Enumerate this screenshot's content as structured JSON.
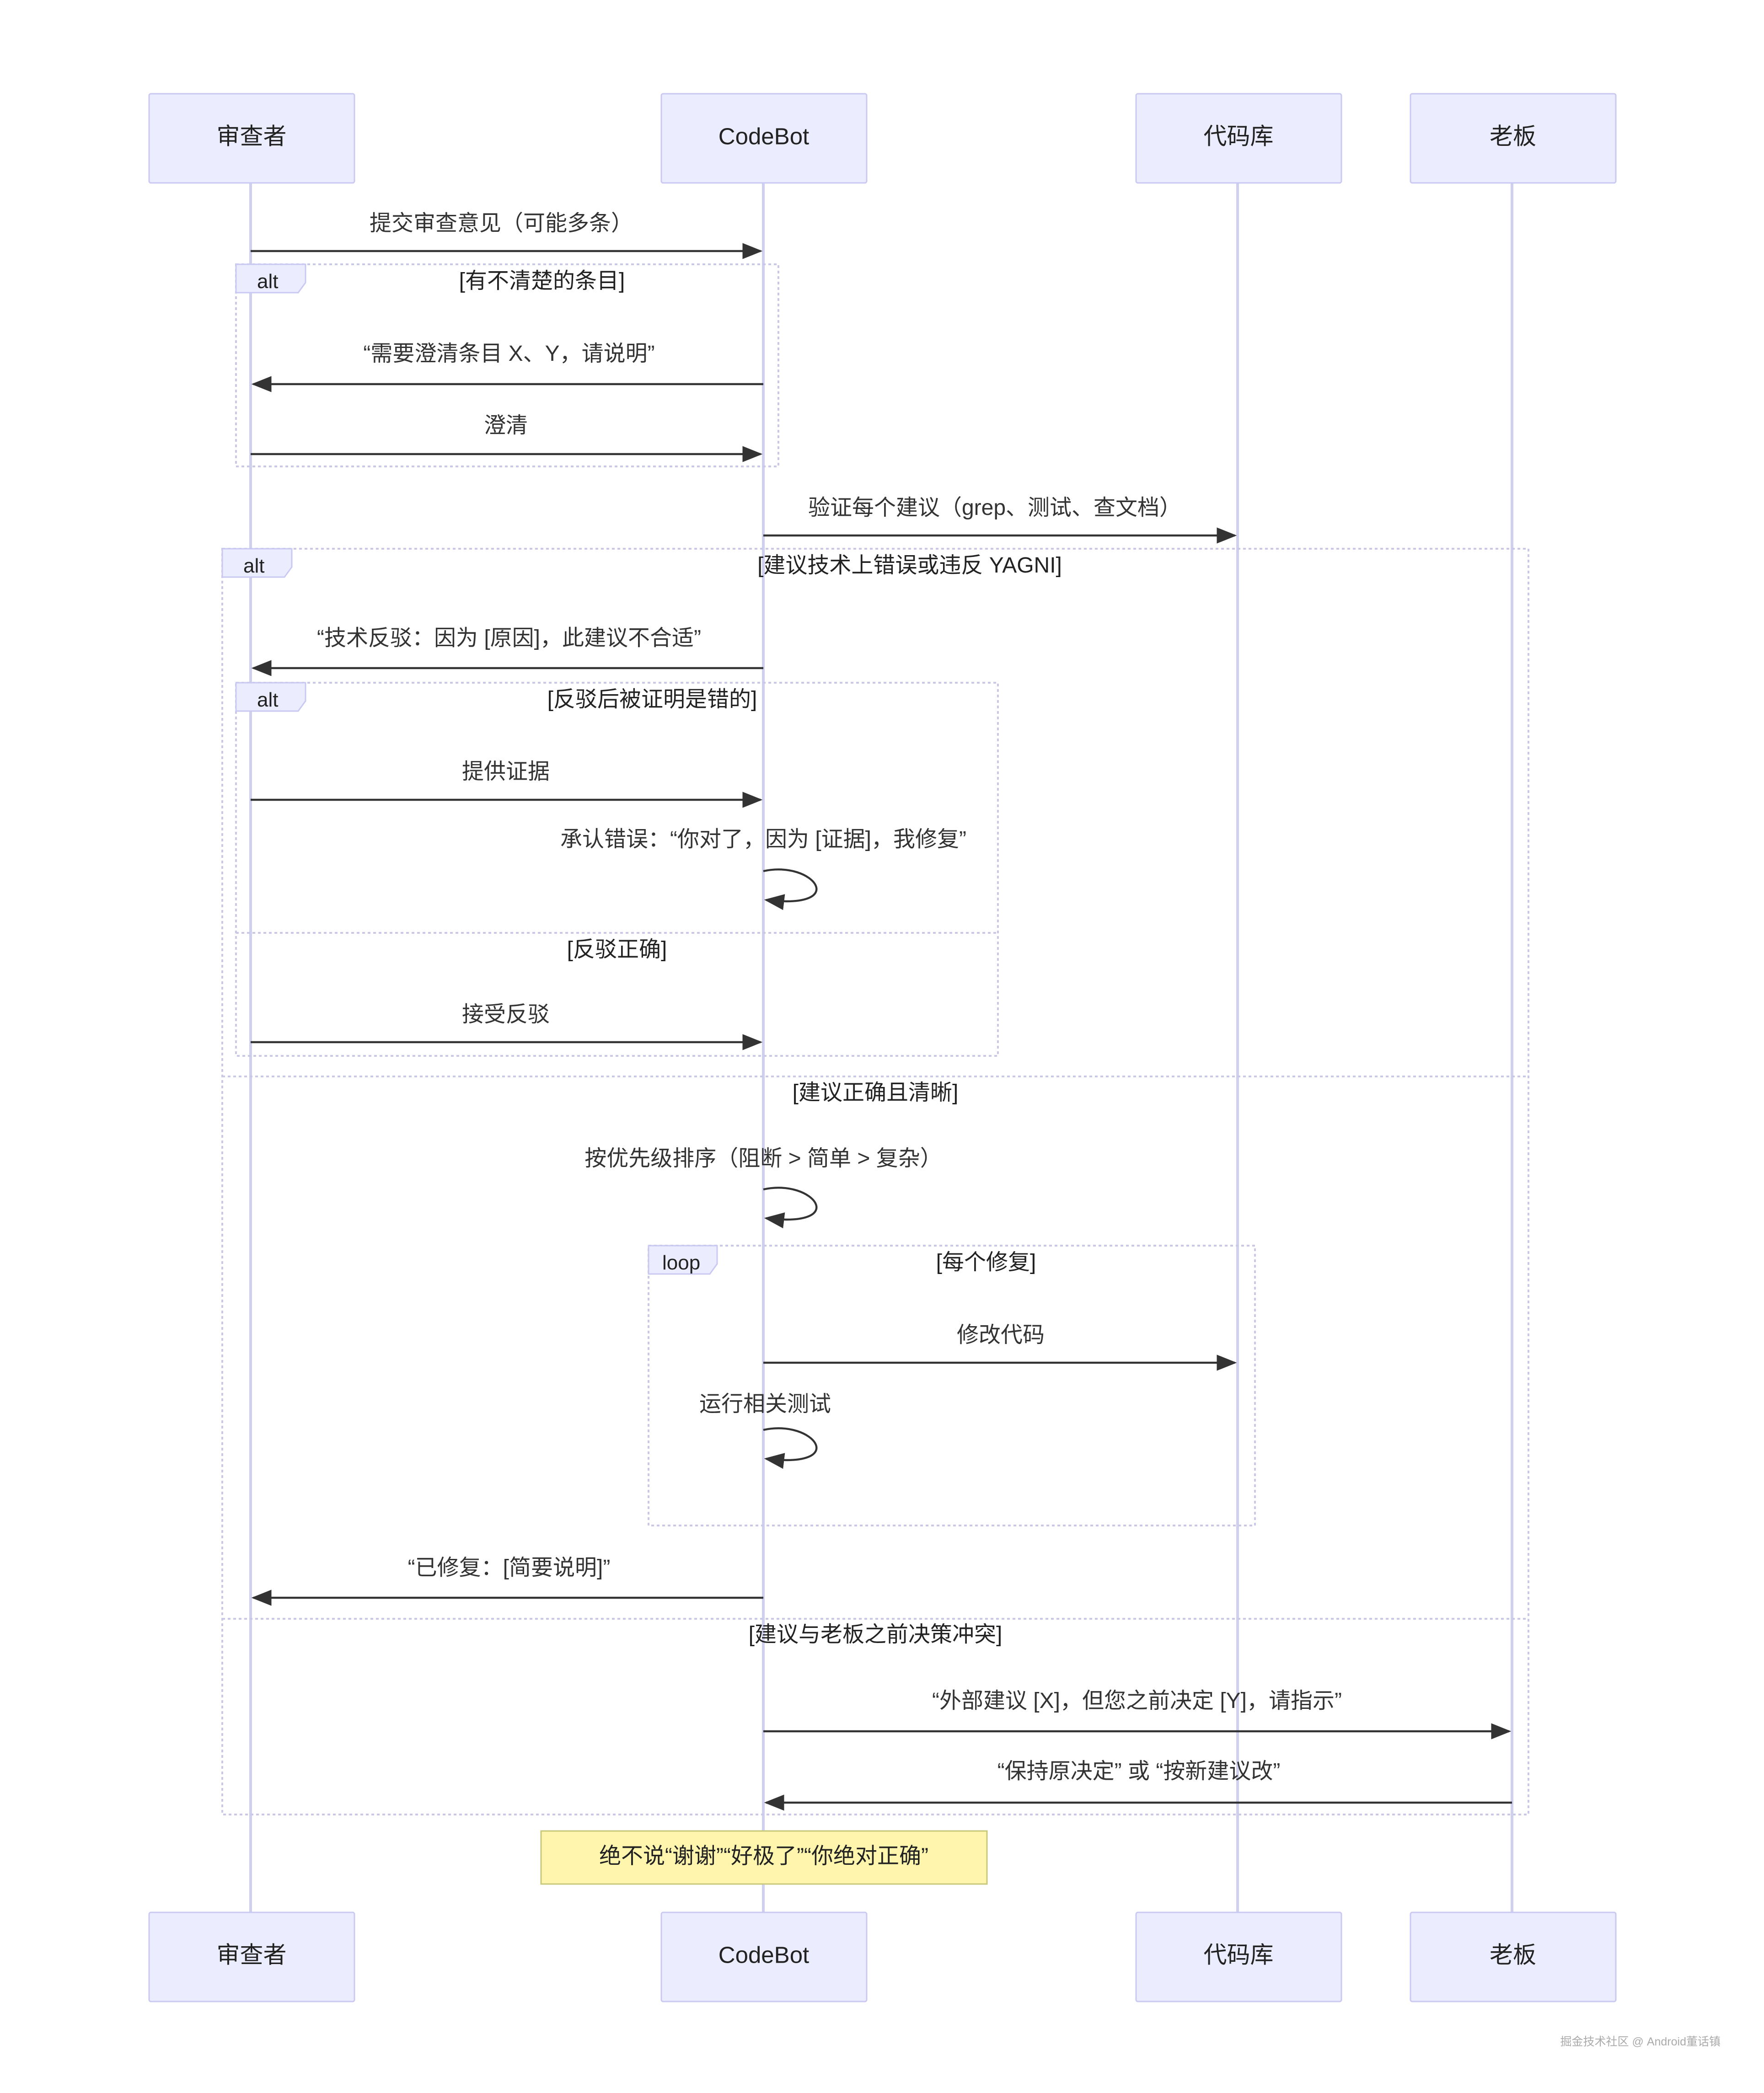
{
  "participants": [
    {
      "id": "reviewer",
      "label": "审查者"
    },
    {
      "id": "codebot",
      "label": "CodeBot"
    },
    {
      "id": "repo",
      "label": "代码库"
    },
    {
      "id": "boss",
      "label": "老板"
    }
  ],
  "messages": [
    {
      "id": "m1",
      "from": "reviewer",
      "to": "codebot",
      "text": "提交审查意见（可能多条）"
    },
    {
      "id": "m2",
      "from": "codebot",
      "to": "reviewer",
      "text": "“需要澄清条目 X、Y，请说明”"
    },
    {
      "id": "m3",
      "from": "reviewer",
      "to": "codebot",
      "text": "澄清"
    },
    {
      "id": "m4",
      "from": "codebot",
      "to": "repo",
      "text": "验证每个建议（grep、测试、查文档）"
    },
    {
      "id": "m5",
      "from": "codebot",
      "to": "reviewer",
      "text": "“技术反驳：因为 [原因]，此建议不合适”"
    },
    {
      "id": "m6",
      "from": "reviewer",
      "to": "codebot",
      "text": "提供证据"
    },
    {
      "id": "m7",
      "from": "codebot",
      "to": "codebot",
      "text": "承认错误：“你对了，因为 [证据]，我修复”"
    },
    {
      "id": "m8",
      "from": "reviewer",
      "to": "codebot",
      "text": "接受反驳"
    },
    {
      "id": "m9",
      "from": "codebot",
      "to": "codebot",
      "text": "按优先级排序（阻断 > 简单 > 复杂）"
    },
    {
      "id": "m10",
      "from": "codebot",
      "to": "repo",
      "text": "修改代码"
    },
    {
      "id": "m11",
      "from": "codebot",
      "to": "codebot",
      "text": "运行相关测试"
    },
    {
      "id": "m12",
      "from": "codebot",
      "to": "reviewer",
      "text": "“已修复：[简要说明]”"
    },
    {
      "id": "m13",
      "from": "codebot",
      "to": "boss",
      "text": "“外部建议 [X]，但您之前决定 [Y]，请指示”"
    },
    {
      "id": "m14",
      "from": "boss",
      "to": "codebot",
      "text": "“保持原决定” 或 “按新建议改”"
    }
  ],
  "frames": [
    {
      "id": "f1",
      "type": "alt",
      "sections": [
        "[有不清楚的条目]"
      ]
    },
    {
      "id": "f2",
      "type": "alt",
      "sections": [
        "[建议技术上错误或违反 YAGNI]",
        "[建议正确且清晰]",
        "[建议与老板之前决策冲突]"
      ]
    },
    {
      "id": "f3",
      "type": "alt",
      "sections": [
        "[反驳后被证明是错的]",
        "[反驳正确]"
      ]
    },
    {
      "id": "f4",
      "type": "loop",
      "sections": [
        "[每个修复]"
      ]
    }
  ],
  "note": {
    "text": "绝不说“谢谢”“好极了”“你绝对正确”"
  },
  "watermark": "掘金技术社区 @ Android董话镇",
  "colors": {
    "actor_fill": "#ececff",
    "actor_stroke": "#c9c9f2",
    "lifeline": "#cfcfef",
    "message": "#333333",
    "frame_border": "#c9c9e6",
    "note_fill": "#fff5ad",
    "note_stroke": "#c8c87a"
  }
}
